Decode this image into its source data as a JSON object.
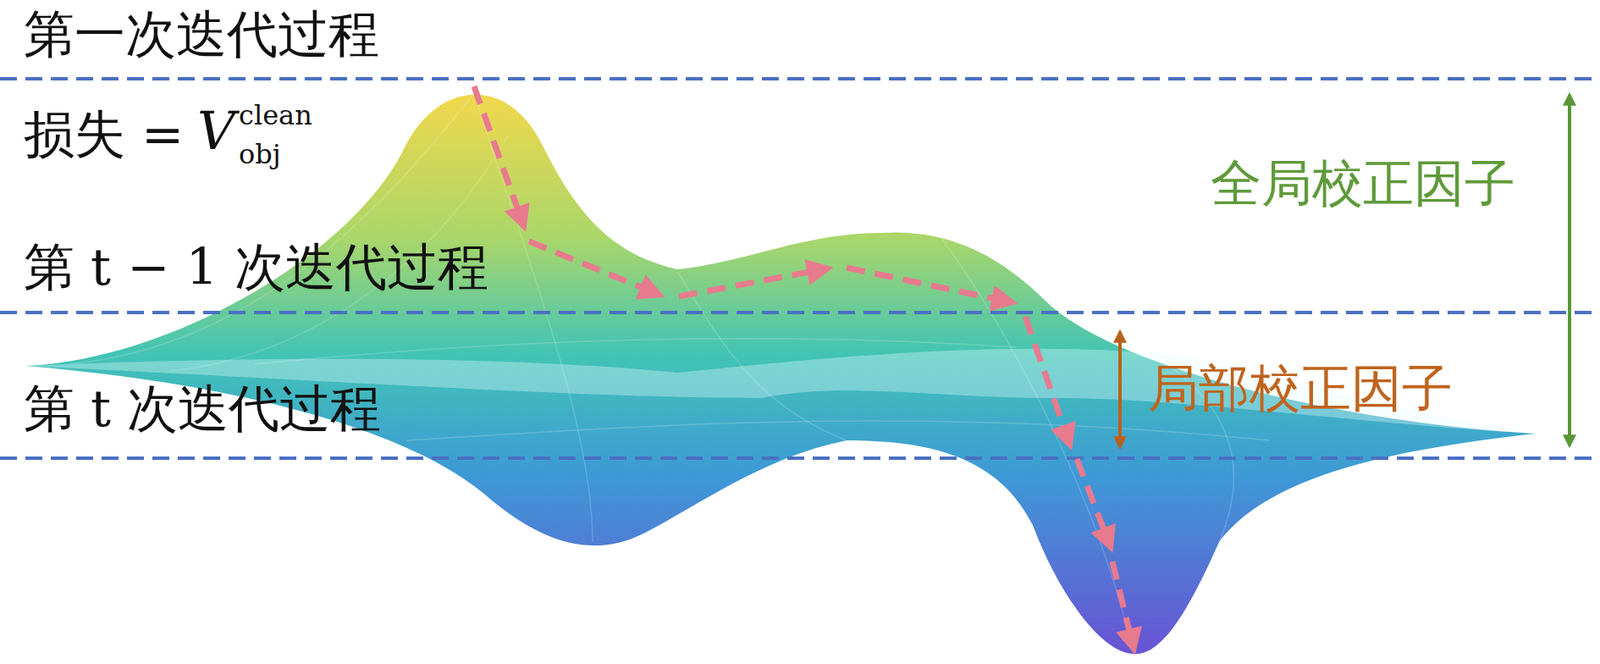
{
  "diagram": {
    "labels": [
      "第一次迭代过程",
      "损失 =",
      "V",
      "clean",
      "obj",
      "第 t − 1 次迭代过程",
      "第 t 次迭代过程",
      "全局校正因子",
      "局部校正因子"
    ]
  }
}
